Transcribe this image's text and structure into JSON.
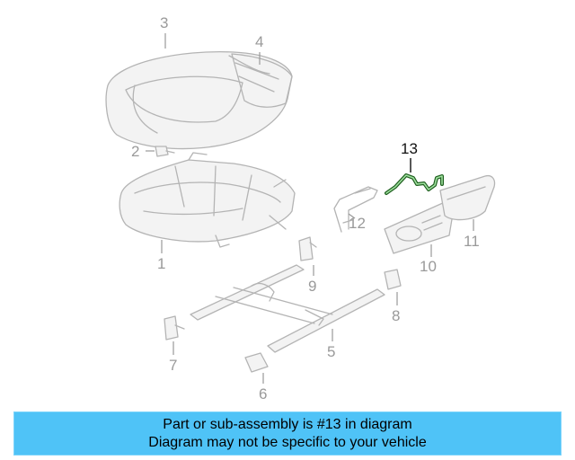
{
  "diagram": {
    "callouts": [
      "1",
      "2",
      "3",
      "4",
      "5",
      "6",
      "7",
      "8",
      "9",
      "10",
      "11",
      "12",
      "13"
    ],
    "highlighted": "13"
  },
  "banner": {
    "line1": "Part or sub-assembly is #13 in diagram",
    "line2": "Diagram may not be specific to your vehicle",
    "color": "#4fc3f7"
  },
  "colors": {
    "part_outline": "#b4b4b4",
    "highlight": "#1f5f1f"
  }
}
